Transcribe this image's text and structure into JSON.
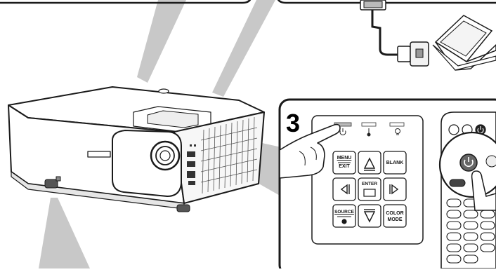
{
  "step": {
    "number": "3"
  },
  "keypad": {
    "menu_label": "MENU",
    "exit_label": "EXIT",
    "blank_label": "BLANK",
    "enter_label": "ENTER",
    "source_label": "SOURCE",
    "color_label": "COLOR",
    "mode_label": "MODE"
  },
  "icons": [
    "power-icon",
    "temperature-icon",
    "lamp-icon",
    "up-arrow-icon",
    "down-arrow-icon",
    "left-arrow-icon",
    "right-arrow-icon",
    "help-icon"
  ],
  "colors": {
    "callout_gray": "#c8c8c8",
    "outline": "#1a1a1a",
    "panel": "#ffffff"
  }
}
